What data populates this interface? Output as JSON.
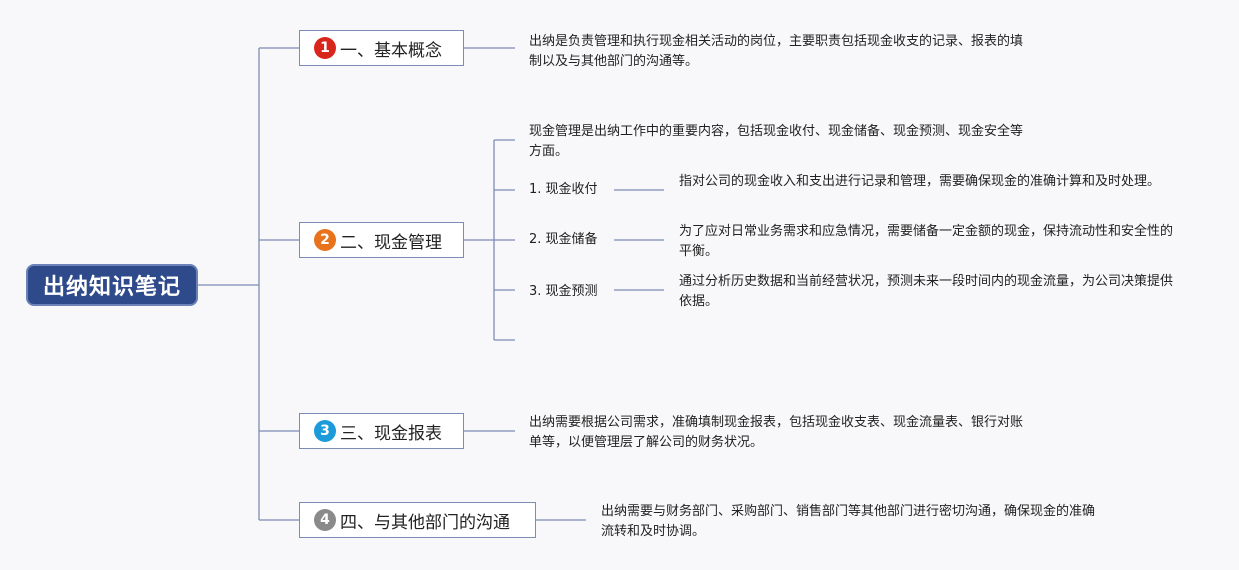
{
  "root": {
    "label": "出纳知识笔记",
    "color": "#2e4a8a"
  },
  "branches": [
    {
      "badge": "1",
      "badge_color": "#d9261c",
      "label": "一、基本概念",
      "desc": "出纳是负责管理和执行现金相关活动的岗位，主要职责包括现金收支的记录、报表的填制以及与其他部门的沟通等。"
    },
    {
      "badge": "2",
      "badge_color": "#e8731c",
      "label": "二、现金管理",
      "desc": "现金管理是出纳工作中的重要内容，包括现金收付、现金储备、现金预测、现金安全等方面。",
      "children": [
        {
          "label": "1. 现金收付",
          "desc": "指对公司的现金收入和支出进行记录和管理，需要确保现金的准确计算和及时处理。"
        },
        {
          "label": "2. 现金储备",
          "desc": "为了应对日常业务需求和应急情况，需要储备一定金额的现金，保持流动性和安全性的平衡。"
        },
        {
          "label": "3. 现金预测",
          "desc": "通过分析历史数据和当前经营状况，预测未来一段时间内的现金流量，为公司决策提供依据。"
        }
      ]
    },
    {
      "badge": "3",
      "badge_color": "#1c9ad9",
      "label": "三、现金报表",
      "desc": "出纳需要根据公司需求，准确填制现金报表，包括现金收支表、现金流量表、银行对账单等，以便管理层了解公司的财务状况。"
    },
    {
      "badge": "4",
      "badge_color": "#8a8a8a",
      "label": "四、与其他部门的沟通",
      "desc": "出纳需要与财务部门、采购部门、销售部门等其他部门进行密切沟通，确保现金的准确流转和及时协调。"
    }
  ],
  "line_color": "#7c8cb4"
}
